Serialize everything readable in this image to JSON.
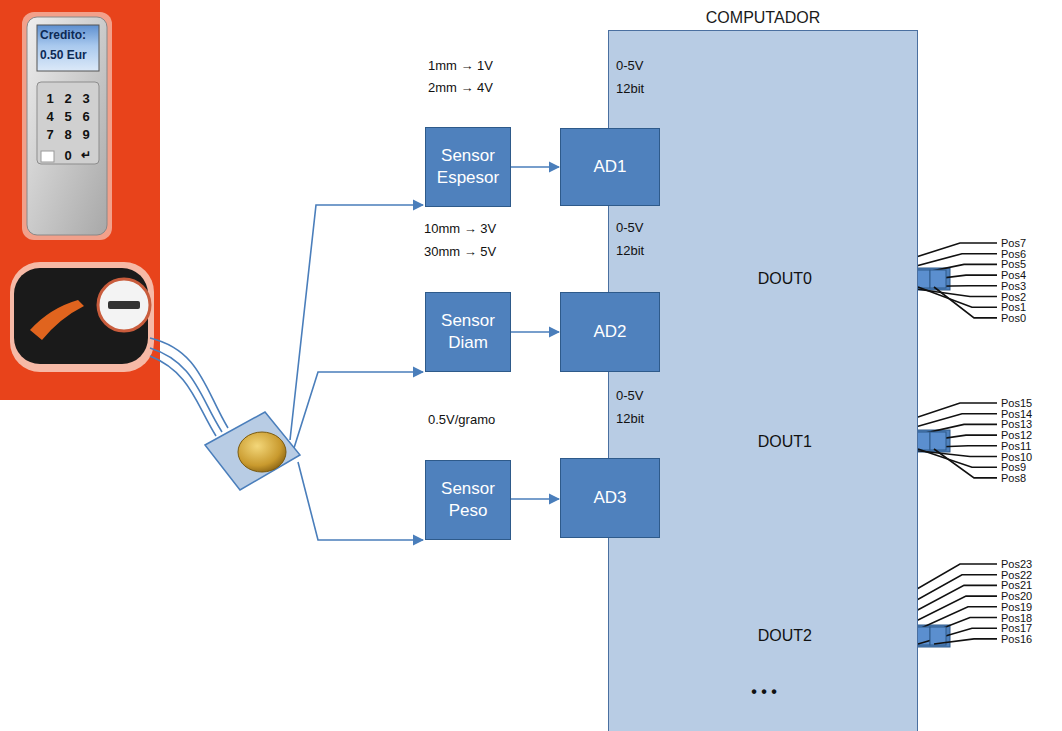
{
  "diagram": {
    "nodes": [
      {
        "text": [
          "COMPUTADOR"
        ]
      },
      {
        "text": [
          "Sensor Espesor"
        ]
      },
      {
        "text": [
          "Sensor Diam"
        ]
      },
      {
        "text": [
          "Sensor Peso"
        ]
      },
      {
        "text": [
          "AD1"
        ]
      },
      {
        "text": [
          "AD2"
        ]
      },
      {
        "text": [
          "AD3"
        ]
      }
    ],
    "edges": [
      {
        "from": 1,
        "to": 4,
        "arrow": "to"
      },
      {
        "from": 2,
        "to": 5,
        "arrow": "to"
      },
      {
        "from": 3,
        "to": 6,
        "arrow": "to"
      }
    ],
    "labels": [
      "Credito:",
      "0.50 Eur",
      "1",
      "2",
      "3",
      "4",
      "5",
      "6",
      "7",
      "8",
      "9",
      "0",
      "↵",
      "1mm → 1V",
      "2mm → 4V",
      "10mm → 3V",
      "30mm → 5V",
      "0.5V/gramo",
      "0-5V",
      "12bit",
      "0-5V",
      "12bit",
      "0-5V",
      "12bit",
      "DOUT0",
      "DOUT1",
      "DOUT2",
      "Pos7",
      "Pos6",
      "Pos5",
      "Pos4",
      "Pos3",
      "Pos2",
      "Pos1",
      "Pos0",
      "Pos15",
      "Pos14",
      "Pos13",
      "Pos12",
      "Pos11",
      "Pos10",
      "Pos9",
      "Pos8",
      "Pos23",
      "Pos22",
      "Pos21",
      "Pos20",
      "Pos19",
      "Pos18",
      "Pos17",
      "Pos16",
      "• • •"
    ]
  }
}
